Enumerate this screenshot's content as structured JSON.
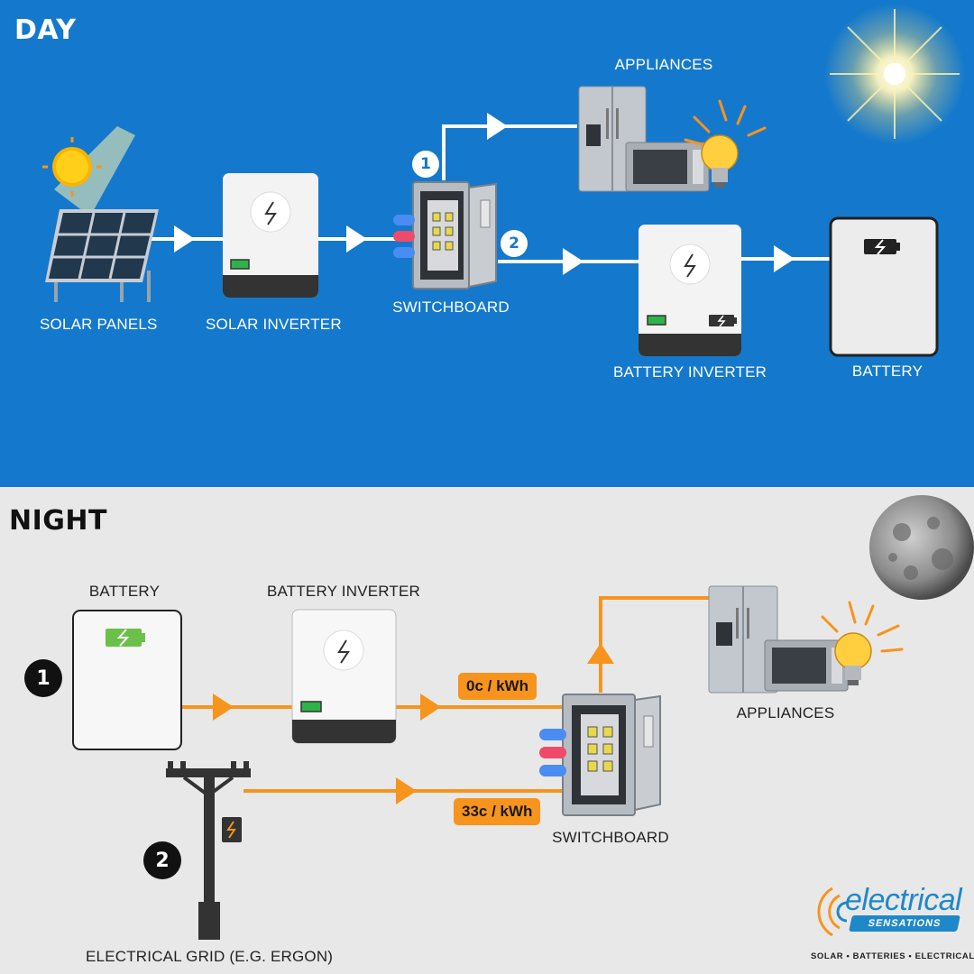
{
  "day": {
    "heading": "DAY",
    "labels": {
      "solar_panels": "SOLAR PANELS",
      "solar_inverter": "SOLAR INVERTER",
      "switchboard": "SWITCHBOARD",
      "appliances": "APPLIANCES",
      "battery_inverter": "BATTERY INVERTER",
      "battery": "BATTERY"
    },
    "path_numbers": [
      "1",
      "2"
    ],
    "background_color": "#1479cc",
    "flow_color": "#ffffff"
  },
  "night": {
    "heading": "NIGHT",
    "labels": {
      "battery": "BATTERY",
      "battery_inverter": "BATTERY INVERTER",
      "switchboard": "SWITCHBOARD",
      "appliances": "APPLIANCES",
      "grid": "ELECTRICAL GRID (E.G. ERGON)"
    },
    "prices": {
      "battery_rate": "0c / kWh",
      "grid_rate": "33c / kWh"
    },
    "path_numbers": [
      "1",
      "2"
    ],
    "background_color": "#e8e8e8",
    "flow_color": "#f7941d"
  },
  "logo": {
    "name_top": "electrical",
    "name_band": "SENSATIONS",
    "tagline": "SOLAR • BATTERIES • ELECTRICAL"
  },
  "icons": [
    "sun-icon",
    "moon-icon",
    "solar-panel-icon",
    "inverter-icon",
    "switchboard-icon",
    "fridge-icon",
    "microwave-icon",
    "light-bulb-icon",
    "battery-icon",
    "power-pole-icon"
  ]
}
